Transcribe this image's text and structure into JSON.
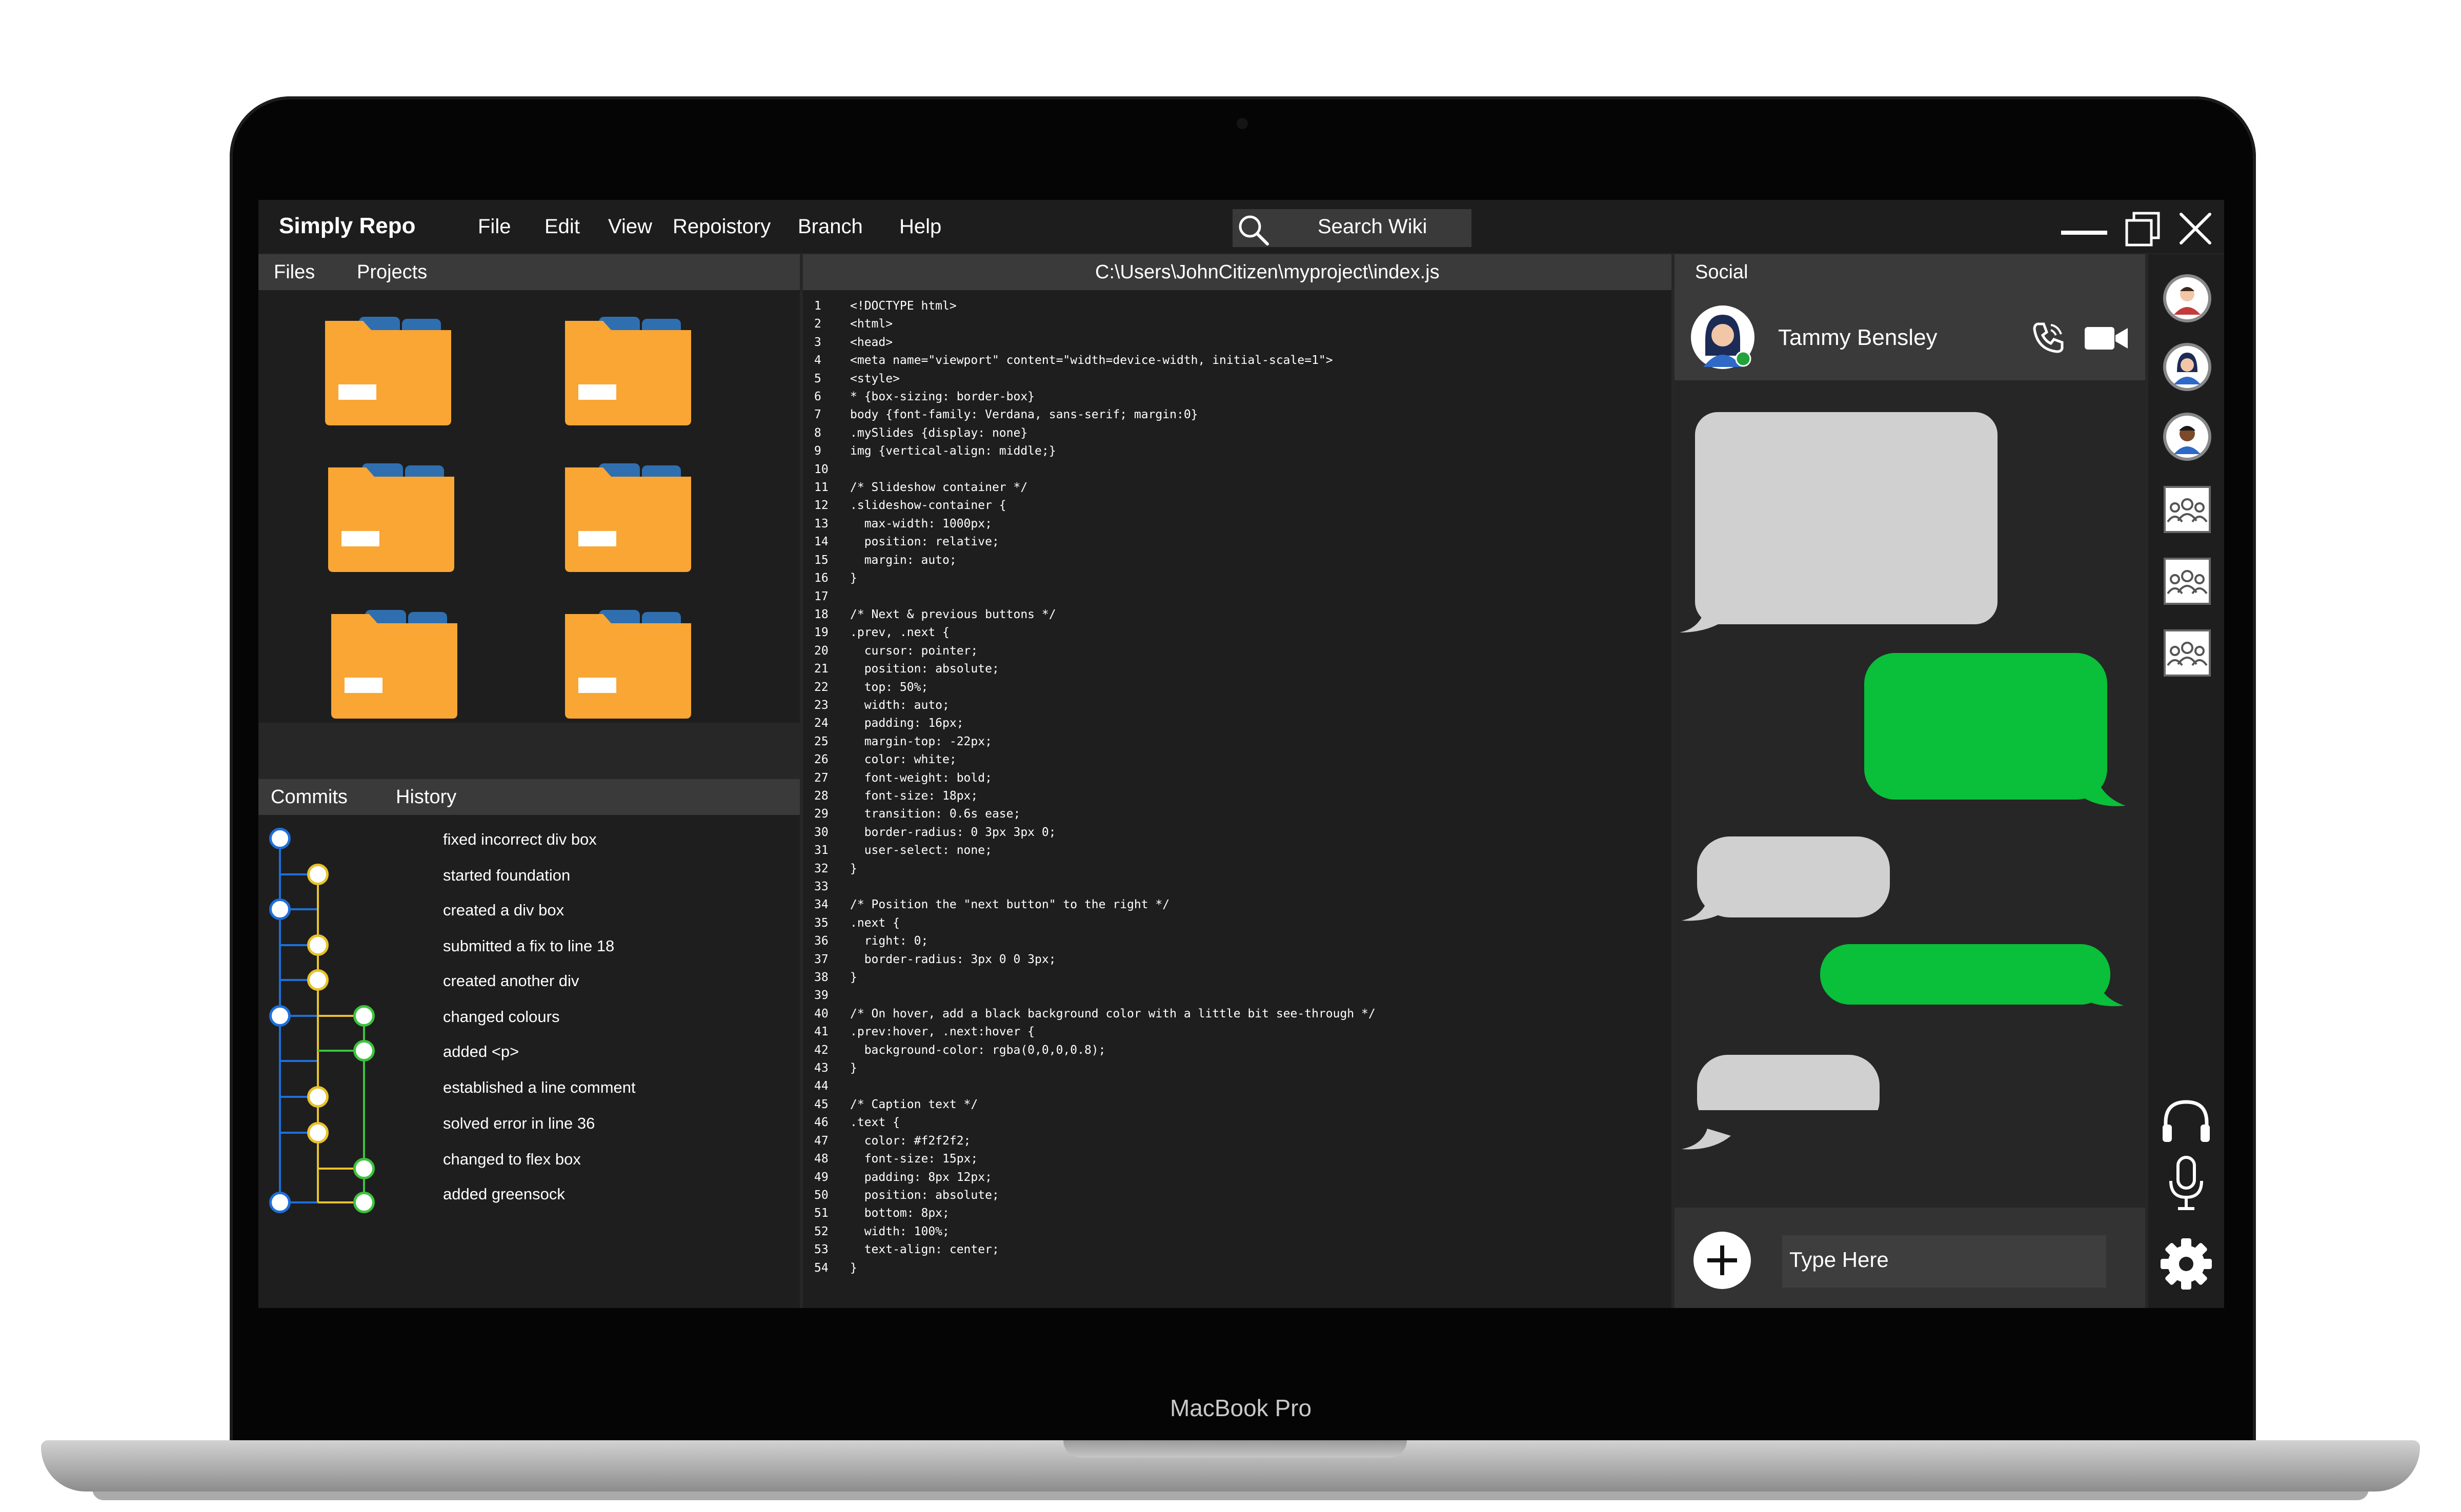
{
  "device": {
    "brand_label": "MacBook Pro"
  },
  "app": {
    "title": "Simply Repo",
    "menu": [
      "File",
      "Edit",
      "View",
      "Repoistory",
      "Branch",
      "Help"
    ],
    "search_placeholder": "Search Wiki"
  },
  "files_panel": {
    "tabs": [
      "Files",
      "Projects"
    ],
    "folder_count_shown": 6
  },
  "commits_panel": {
    "tabs": [
      "Commits",
      "History"
    ],
    "items": [
      {
        "message": "fixed incorrect div box",
        "branch": "blue"
      },
      {
        "message": "started foundation",
        "branch": "yellow"
      },
      {
        "message": "created a div box",
        "branch": "blue"
      },
      {
        "message": "submitted a fix to line 18",
        "branch": "yellow"
      },
      {
        "message": "created another div",
        "branch": "yellow"
      },
      {
        "message": "changed colours",
        "branch": "green"
      },
      {
        "message": "added <p>",
        "branch": "green"
      },
      {
        "message": "established a line comment",
        "branch": "yellow"
      },
      {
        "message": "solved error in line 36",
        "branch": "yellow"
      },
      {
        "message": "changed to flex box",
        "branch": "green"
      },
      {
        "message": "added greensock",
        "branch": "green"
      }
    ]
  },
  "editor": {
    "path": "C:\\Users\\JohnCitizen\\myproject\\index.js",
    "lines": [
      "<!DOCTYPE html>",
      "<html>",
      "<head>",
      "<meta name=\"viewport\" content=\"width=device-width, initial-scale=1\">",
      "<style>",
      "* {box-sizing: border-box}",
      "body {font-family: Verdana, sans-serif; margin:0}",
      ".mySlides {display: none}",
      "img {vertical-align: middle;}",
      "",
      "/* Slideshow container */",
      ".slideshow-container {",
      "  max-width: 1000px;",
      "  position: relative;",
      "  margin: auto;",
      "}",
      "",
      "/* Next & previous buttons */",
      ".prev, .next {",
      "  cursor: pointer;",
      "  position: absolute;",
      "  top: 50%;",
      "  width: auto;",
      "  padding: 16px;",
      "  margin-top: -22px;",
      "  color: white;",
      "  font-weight: bold;",
      "  font-size: 18px;",
      "  transition: 0.6s ease;",
      "  border-radius: 0 3px 3px 0;",
      "  user-select: none;",
      "}",
      "",
      "/* Position the \"next button\" to the right */",
      ".next {",
      "  right: 0;",
      "  border-radius: 3px 0 0 3px;",
      "}",
      "",
      "/* On hover, add a black background color with a little bit see-through */",
      ".prev:hover, .next:hover {",
      "  background-color: rgba(0,0,0,0.8);",
      "}",
      "",
      "/* Caption text */",
      ".text {",
      "  color: #f2f2f2;",
      "  font-size: 15px;",
      "  padding: 8px 12px;",
      "  position: absolute;",
      "  bottom: 8px;",
      "  width: 100%;",
      "  text-align: center;",
      "}"
    ]
  },
  "social": {
    "title": "Social",
    "contact_name": "Tammy Bensley",
    "contact_status_color": "#1fa33a",
    "input_placeholder": "Type Here",
    "messages": [
      {
        "from": "contact",
        "color": "#d0d0d0"
      },
      {
        "from": "me",
        "color": "#0abf3a"
      },
      {
        "from": "contact",
        "color": "#d0d0d0"
      },
      {
        "from": "me",
        "color": "#0abf3a"
      },
      {
        "from": "contact",
        "color": "#d0d0d0"
      }
    ]
  },
  "colors": {
    "folder": "#f9a634",
    "folder_back": "#c98114",
    "folder_tab": "#2f6fb0",
    "branch_blue": "#1e6fd9",
    "branch_yellow": "#e8c22a",
    "branch_green": "#3cc33c"
  },
  "icons": [
    "search-icon",
    "minimize-icon",
    "maximize-icon",
    "close-icon",
    "phone-icon",
    "video-icon",
    "headphones-icon",
    "microphone-icon",
    "settings-gear-icon",
    "add-icon",
    "group-icon",
    "avatar-icon"
  ]
}
